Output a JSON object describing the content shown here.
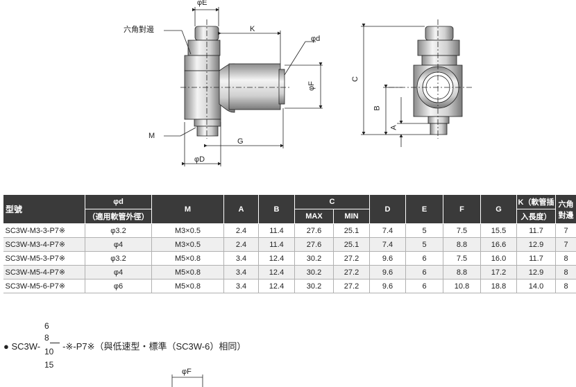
{
  "drawing": {
    "labels": {
      "hex_flat": "六角對邊",
      "phi_e": "φE",
      "k": "K",
      "phi_d": "φd",
      "phi_f": "φF",
      "m": "M",
      "g": "G",
      "phi_dd": "φD",
      "c": "C",
      "b": "B",
      "a": "A"
    }
  },
  "table": {
    "headers": {
      "model": "型號",
      "phi_d": "φd",
      "phi_d_sub": "（適用軟管外徑）",
      "m": "M",
      "a": "A",
      "b": "B",
      "c": "C",
      "c_max": "MAX",
      "c_min": "MIN",
      "d": "D",
      "e": "E",
      "f": "F",
      "g": "G",
      "k": "K（軟管插",
      "k_sub": "入長度）",
      "hex": "六角對邊"
    },
    "rows": [
      [
        "SC3W-M3-3-P7※",
        "φ3.2",
        "M3×0.5",
        "2.4",
        "11.4",
        "27.6",
        "25.1",
        "7.4",
        "5",
        "7.5",
        "15.5",
        "11.7",
        "7"
      ],
      [
        "SC3W-M3-4-P7※",
        "φ4",
        "M3×0.5",
        "2.4",
        "11.4",
        "27.6",
        "25.1",
        "7.4",
        "5",
        "8.8",
        "16.6",
        "12.9",
        "7"
      ],
      [
        "SC3W-M5-3-P7※",
        "φ3.2",
        "M5×0.8",
        "3.4",
        "12.4",
        "30.2",
        "27.2",
        "9.6",
        "6",
        "7.5",
        "16.0",
        "11.7",
        "8"
      ],
      [
        "SC3W-M5-4-P7※",
        "φ4",
        "M5×0.8",
        "3.4",
        "12.4",
        "30.2",
        "27.2",
        "9.6",
        "6",
        "8.8",
        "17.2",
        "12.9",
        "8"
      ],
      [
        "SC3W-M5-6-P7※",
        "φ6",
        "M5×0.8",
        "3.4",
        "12.4",
        "30.2",
        "27.2",
        "9.6",
        "6",
        "10.8",
        "18.8",
        "14.0",
        "8"
      ]
    ]
  },
  "footer": {
    "bullet": "●",
    "prefix": "SC3W-",
    "sizes": [
      "6",
      "8",
      "10",
      "15"
    ],
    "suffix": "-※-P7※（與低速型・標準（SC3W-6）相同）",
    "bottom_label": "φF"
  }
}
